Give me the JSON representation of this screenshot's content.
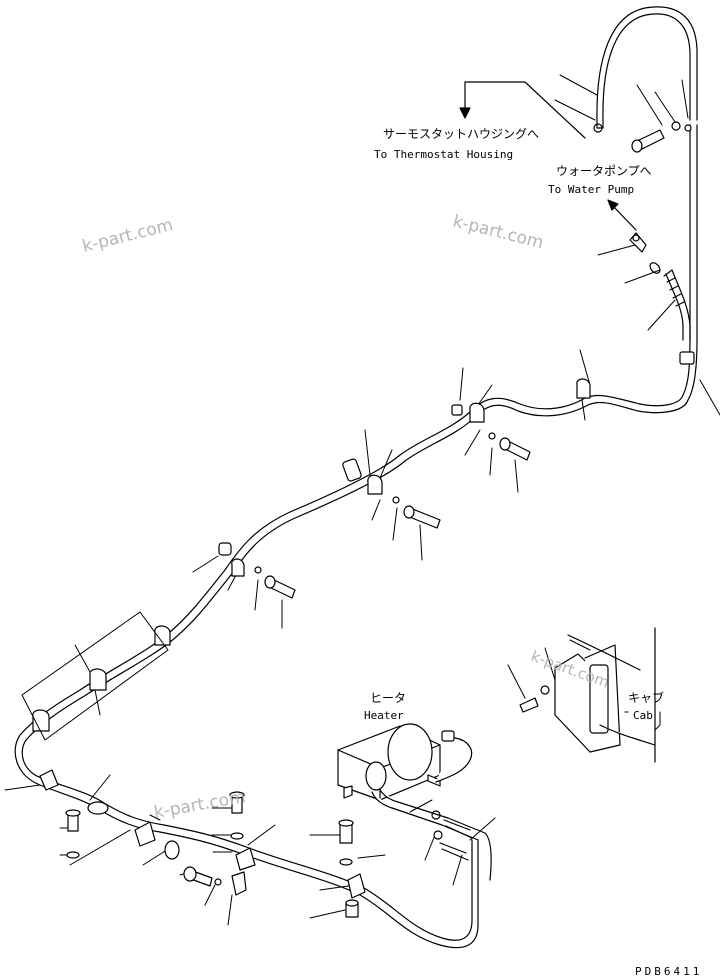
{
  "labels": {
    "thermostat_jp": "サーモスタットハウジングへ",
    "thermostat_en": "To Thermostat Housing",
    "waterpump_jp": "ウォータポンプへ",
    "waterpump_en": "To Water Pump",
    "heater_jp": "ヒータ",
    "heater_en": "Heater",
    "cab_jp": "キャブ",
    "cab_en": "Cab"
  },
  "watermark": "k-part.com",
  "drawing_code": "PDB6411"
}
